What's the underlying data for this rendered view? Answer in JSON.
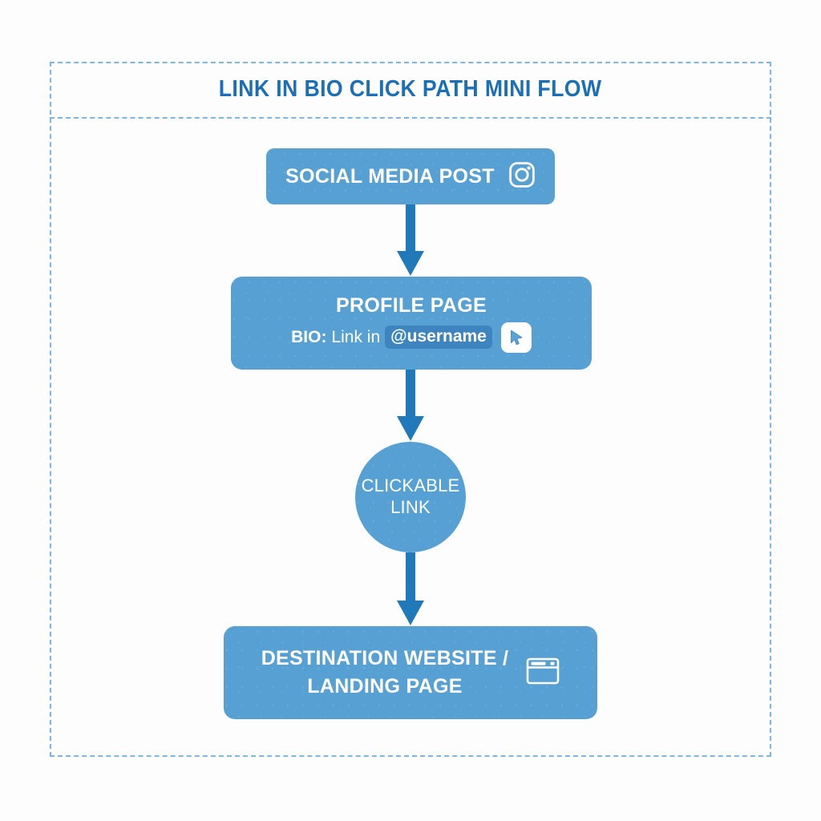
{
  "theme": {
    "background": "#fdfdfd",
    "frame_border": "#7cb6e2",
    "title_color": "#1c6fb5",
    "node_fill": "#56a0d3",
    "node_text": "#ffffff",
    "highlight_pill": "#3e85c0",
    "arrow_color": "#2079b8"
  },
  "header": {
    "title": "LINK IN BIO CLICK PATH MINI FLOW"
  },
  "flow": {
    "nodes": [
      {
        "id": "social-media-post",
        "shape": "rounded-rect",
        "label": "SOCIAL MEDIA POST",
        "icon": "instagram-icon"
      },
      {
        "id": "profile-page",
        "shape": "rounded-rect",
        "title": "PROFILE PAGE",
        "bio_key": "BIO:",
        "bio_middle": "Link in",
        "bio_handle": "@username",
        "icon": "cursor-pointer-icon"
      },
      {
        "id": "clickable-link",
        "shape": "circle",
        "line1": "CLICKABLE",
        "line2": "LINK"
      },
      {
        "id": "destination-website",
        "shape": "rounded-rect",
        "line1": "DESTINATION WEBSITE /",
        "line2": "LANDING PAGE",
        "icon": "browser-window-icon"
      }
    ],
    "connectors": [
      {
        "id": "arrow-post-to-profile",
        "from": "social-media-post",
        "to": "profile-page",
        "direction": "down"
      },
      {
        "id": "arrow-profile-to-link",
        "from": "profile-page",
        "to": "clickable-link",
        "direction": "down"
      },
      {
        "id": "arrow-link-to-destination",
        "from": "clickable-link",
        "to": "destination-website",
        "direction": "down"
      }
    ]
  }
}
